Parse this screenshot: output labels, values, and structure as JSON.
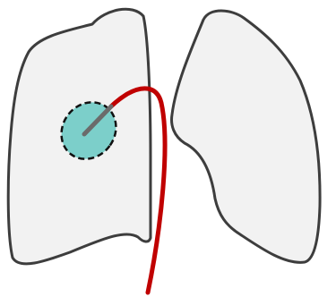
{
  "diagram": {
    "type": "lungs-illustration",
    "colors": {
      "lung_fill": "#f2f2f2",
      "lung_stroke": "#3d3d3d",
      "lesion_fill": "#7ccfca",
      "lesion_stroke": "#111111",
      "catheter": "#c00000",
      "probe": "#6b6b6b"
    },
    "elements": {
      "left_lung": "lung",
      "right_lung": "lung",
      "lesion": "lesion",
      "catheter": "catheter",
      "probe": "probe"
    }
  }
}
